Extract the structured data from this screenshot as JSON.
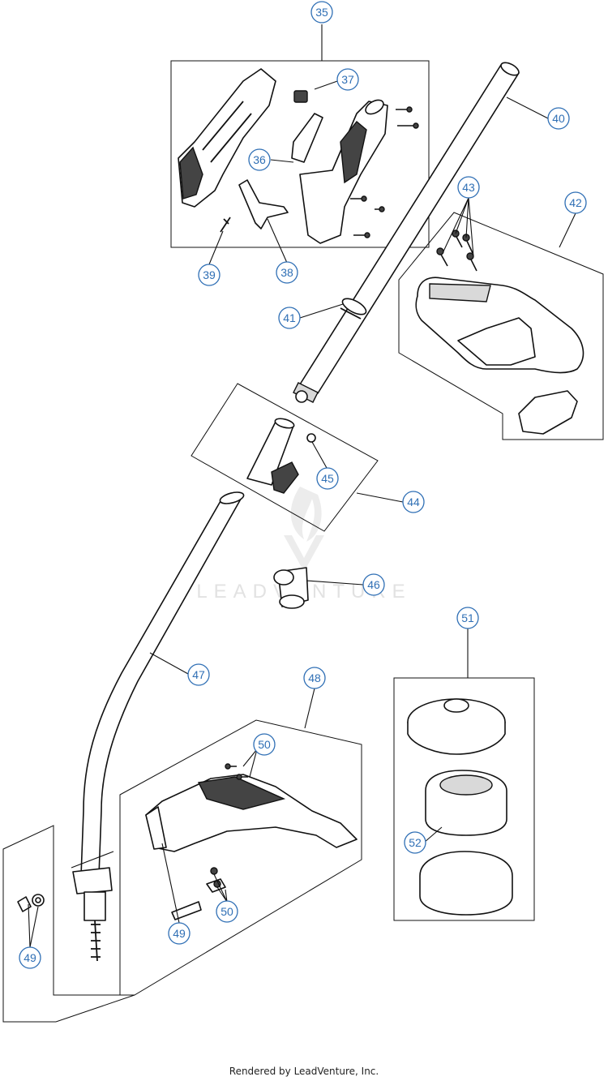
{
  "watermark": {
    "text": "LEADVENTURE"
  },
  "footer": {
    "credit": "Rendered by LeadVenture, Inc."
  },
  "callouts": [
    {
      "label": "35"
    },
    {
      "label": "36"
    },
    {
      "label": "37"
    },
    {
      "label": "38"
    },
    {
      "label": "39"
    },
    {
      "label": "40"
    },
    {
      "label": "41"
    },
    {
      "label": "42"
    },
    {
      "label": "43"
    },
    {
      "label": "44"
    },
    {
      "label": "45"
    },
    {
      "label": "46"
    },
    {
      "label": "47"
    },
    {
      "label": "48"
    },
    {
      "label": "49"
    },
    {
      "label": "49"
    },
    {
      "label": "50"
    },
    {
      "label": "50"
    },
    {
      "label": "51"
    },
    {
      "label": "52"
    }
  ],
  "colors": {
    "callout": "#2f6fb5",
    "line": "#111111",
    "watermark": "#e2e2e2"
  }
}
